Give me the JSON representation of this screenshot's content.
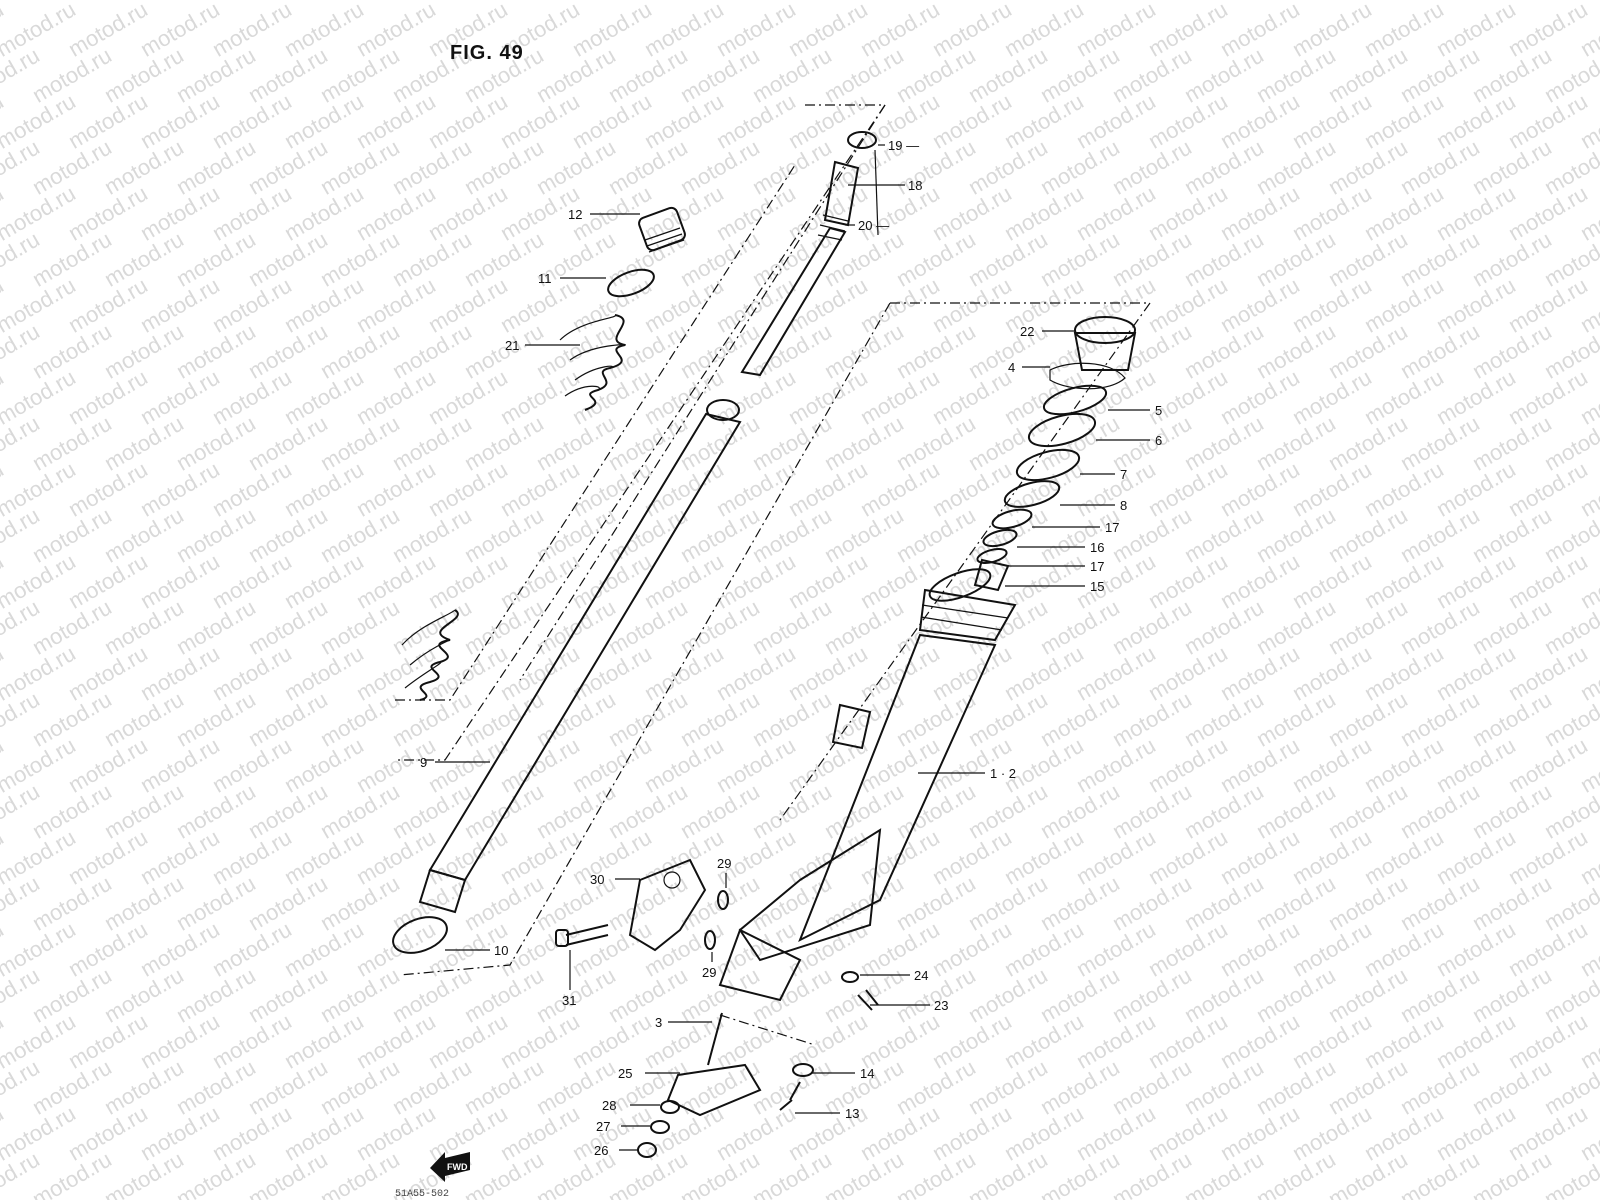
{
  "figure": {
    "title": "FIG. 49",
    "watermark": "motod.ru",
    "direction_tag": "FWD",
    "footer_code": "51A55-502"
  },
  "callouts": [
    {
      "id": "c19",
      "label": "19 —"
    },
    {
      "id": "c18",
      "label": "18"
    },
    {
      "id": "c20",
      "label": "20 —"
    },
    {
      "id": "c12",
      "label": "12"
    },
    {
      "id": "c11",
      "label": "11"
    },
    {
      "id": "c21",
      "label": "21"
    },
    {
      "id": "c22",
      "label": "22"
    },
    {
      "id": "c4",
      "label": "4"
    },
    {
      "id": "c5",
      "label": "5"
    },
    {
      "id": "c6",
      "label": "6"
    },
    {
      "id": "c7",
      "label": "7"
    },
    {
      "id": "c8",
      "label": "8"
    },
    {
      "id": "c17a",
      "label": "17"
    },
    {
      "id": "c16",
      "label": "16"
    },
    {
      "id": "c17b",
      "label": "17"
    },
    {
      "id": "c15",
      "label": "15"
    },
    {
      "id": "c9",
      "label": "9"
    },
    {
      "id": "c12b",
      "label": "1 · 2"
    },
    {
      "id": "c29a",
      "label": "29"
    },
    {
      "id": "c30",
      "label": "30"
    },
    {
      "id": "c10",
      "label": "10"
    },
    {
      "id": "c29b",
      "label": "29"
    },
    {
      "id": "c31",
      "label": "31"
    },
    {
      "id": "c24",
      "label": "24"
    },
    {
      "id": "c23",
      "label": "23"
    },
    {
      "id": "c3",
      "label": "3"
    },
    {
      "id": "c25",
      "label": "25"
    },
    {
      "id": "c14",
      "label": "14"
    },
    {
      "id": "c28",
      "label": "28"
    },
    {
      "id": "c13",
      "label": "13"
    },
    {
      "id": "c27",
      "label": "27"
    },
    {
      "id": "c26",
      "label": "26"
    }
  ]
}
